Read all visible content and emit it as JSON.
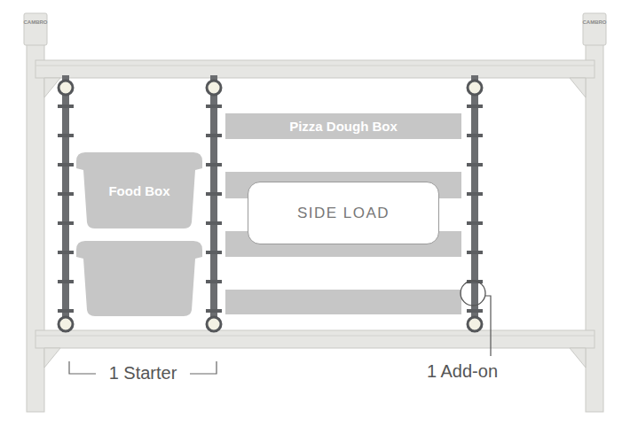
{
  "diagram": {
    "nodes": [
      {
        "text": [
          "Food Box"
        ]
      },
      {
        "text": [
          "Pizza Dough Box"
        ]
      },
      {
        "text": [
          "SIDE LOAD"
        ]
      }
    ],
    "labels": [
      "CAMBRO",
      "CAMBRO",
      "1 Starter",
      "1 Add-on"
    ]
  }
}
